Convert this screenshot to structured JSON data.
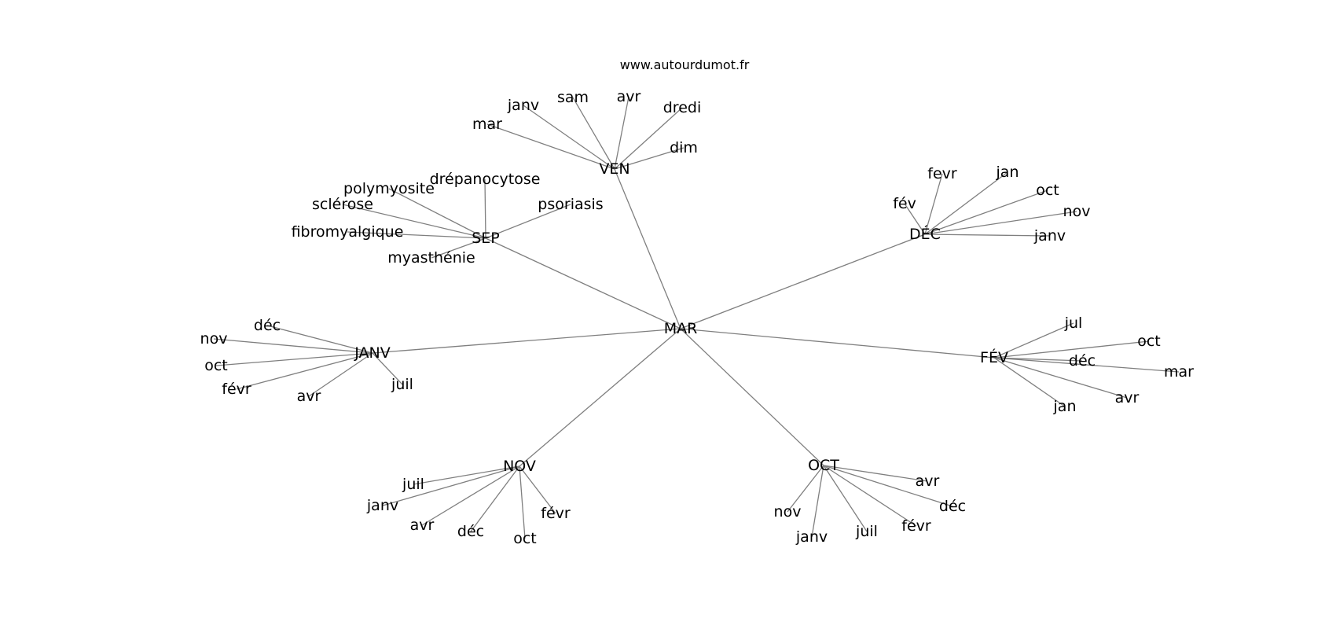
{
  "header": {
    "site": "www.autourdumot.fr"
  },
  "graph": {
    "center": "MAR",
    "hubs": [
      {
        "id": "ven",
        "label": "VEN",
        "leaves": [
          "mar",
          "janv",
          "sam",
          "avr",
          "dredi",
          "dim"
        ]
      },
      {
        "id": "sep",
        "label": "SEP",
        "leaves": [
          "drépanocytose",
          "polymyosite",
          "sclérose",
          "fibromyalgique",
          "myasthénie",
          "psoriasis"
        ]
      },
      {
        "id": "dec",
        "label": "DÉC",
        "leaves": [
          "fevr",
          "jan",
          "oct",
          "fév",
          "nov",
          "janv"
        ]
      },
      {
        "id": "janv",
        "label": "JANV",
        "leaves": [
          "déc",
          "nov",
          "oct",
          "févr",
          "avr",
          "juil"
        ]
      },
      {
        "id": "fev",
        "label": "FÉV",
        "leaves": [
          "jul",
          "oct",
          "déc",
          "mar",
          "avr",
          "jan"
        ]
      },
      {
        "id": "nov",
        "label": "NOV",
        "leaves": [
          "juil",
          "janv",
          "avr",
          "déc",
          "oct",
          "févr"
        ]
      },
      {
        "id": "oct",
        "label": "OCT",
        "leaves": [
          "avr",
          "déc",
          "févr",
          "juil",
          "janv",
          "nov"
        ]
      }
    ]
  }
}
